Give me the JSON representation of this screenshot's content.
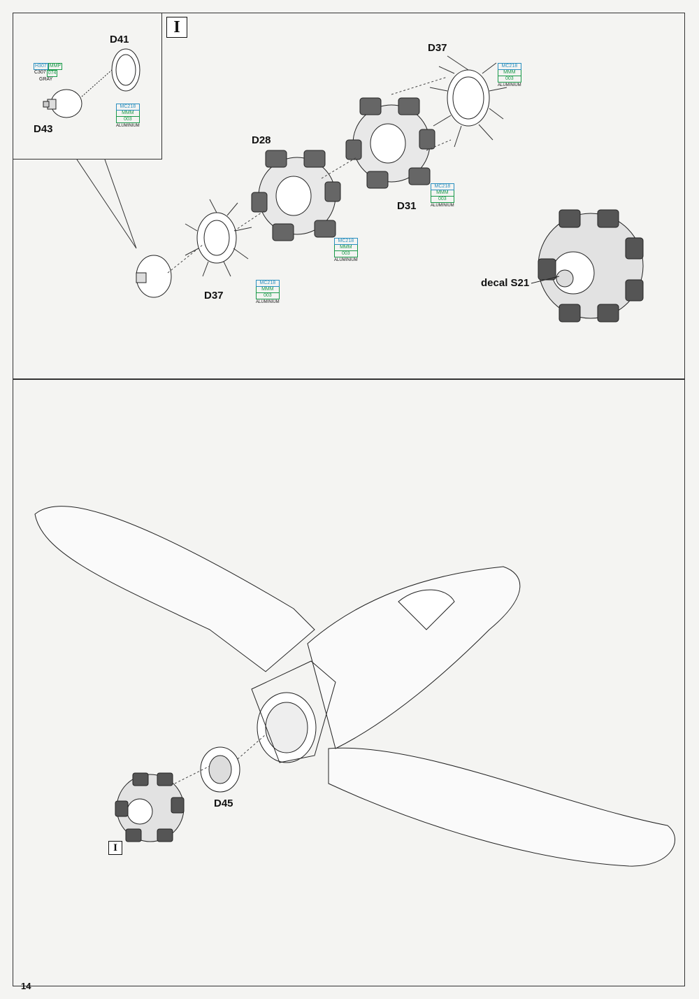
{
  "step": {
    "label": "I"
  },
  "inset": {
    "parts": {
      "d41": "D41",
      "d43": "D43"
    },
    "gray_paint": {
      "h": "H307",
      "mmp": "MMP",
      "c": "C307",
      "n": "074",
      "name": "GRAY"
    },
    "aluminium_paint": {
      "mc": "MC218",
      "mmm": "MMM",
      "code": "003",
      "name": "ALUMINIUM"
    }
  },
  "top_parts": {
    "d37_top": "D37",
    "d28": "D28",
    "d31": "D31",
    "d37_bottom": "D37",
    "decal": "decal S21"
  },
  "paint_callouts": [
    {
      "mc": "MC218",
      "mmm": "MMM",
      "code": "003",
      "name": "ALUMINIUM"
    },
    {
      "mc": "MC218",
      "mmm": "MMM",
      "code": "003",
      "name": "ALUMINIUM"
    },
    {
      "mc": "MC218",
      "mmm": "MMM",
      "code": "003",
      "name": "ALUMINIUM"
    },
    {
      "mc": "MC218",
      "mmm": "MMM",
      "code": "003",
      "name": "ALUMINIUM"
    }
  ],
  "bottom": {
    "d45": "D45",
    "step_ref": "I"
  },
  "page_number": "14"
}
